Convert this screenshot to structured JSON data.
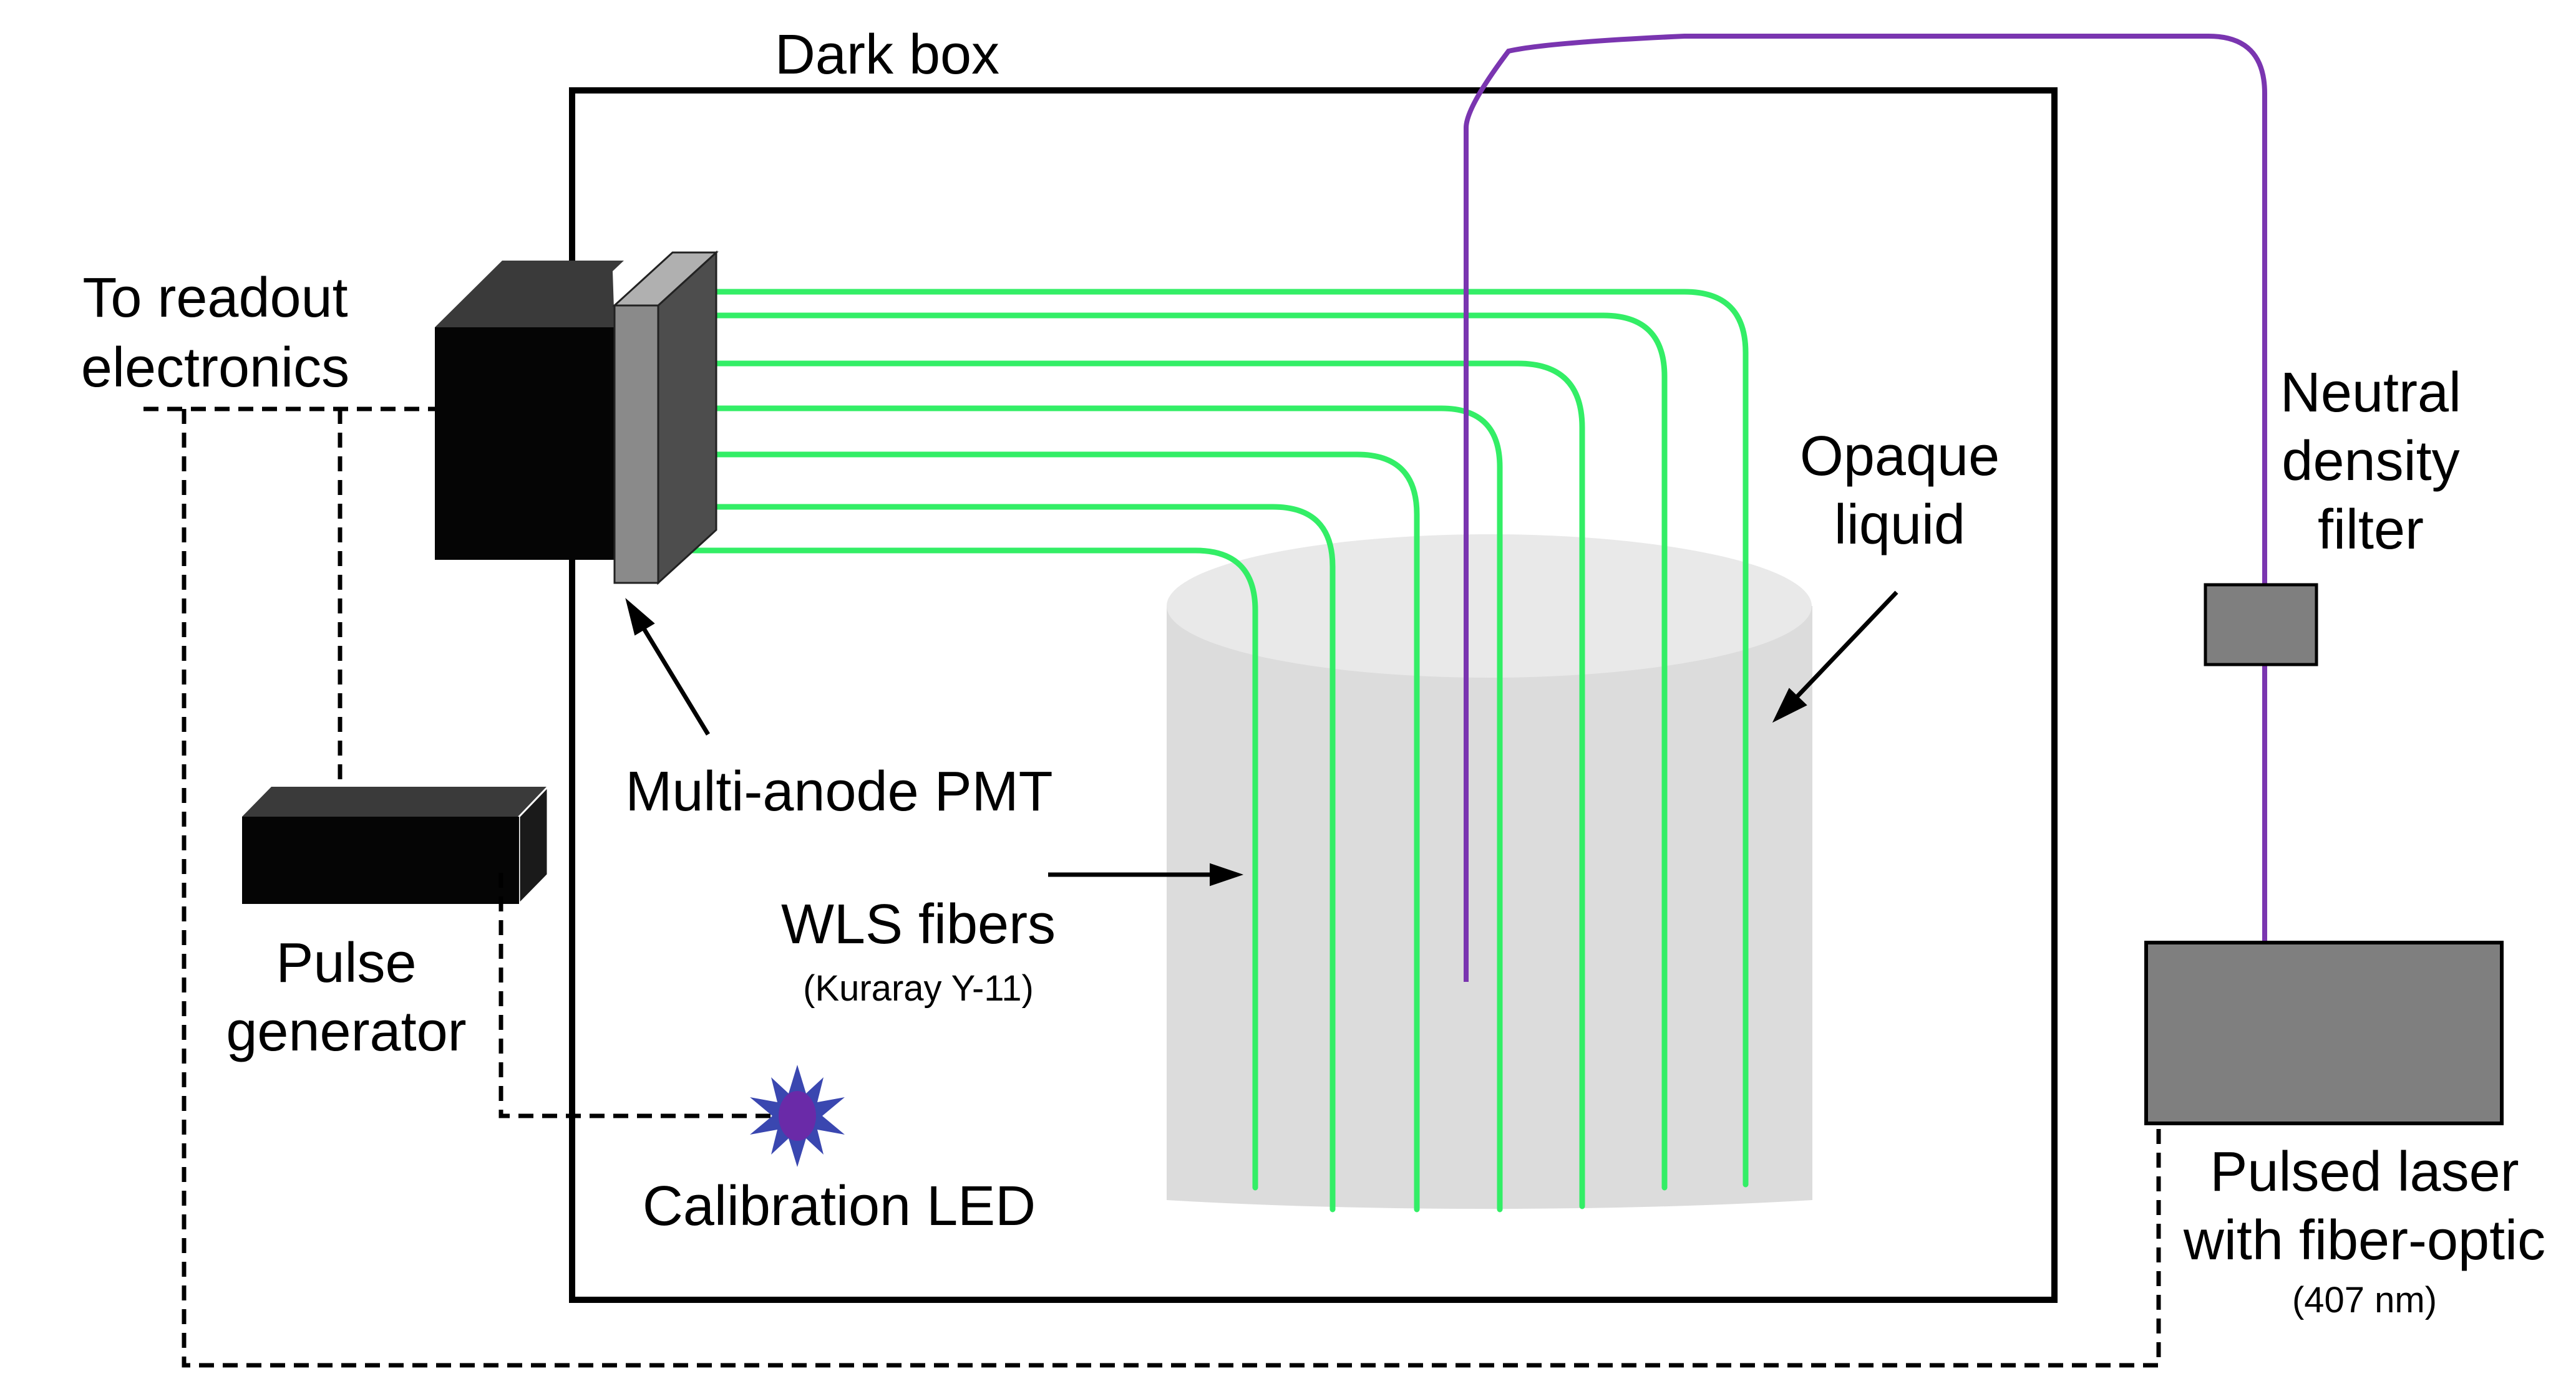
{
  "labels": {
    "dark_box": "Dark box",
    "readout_line1": "To readout",
    "readout_line2": "electronics",
    "neutral_line1": "Neutral",
    "neutral_line2": "density",
    "neutral_line3": "filter",
    "opaque_line1": "Opaque",
    "opaque_line2": "liquid",
    "pmt": "Multi-anode PMT",
    "wls": "WLS fibers",
    "wls_sub": "(Kuraray Y-11)",
    "pulse_line1": "Pulse",
    "pulse_line2": "generator",
    "led": "Calibration LED",
    "laser_line1": "Pulsed laser",
    "laser_line2": "with fiber-optic",
    "laser_sub": "(407 nm)"
  },
  "colors": {
    "wls_fiber": "#33ee66",
    "laser_fiber": "#7a35b0",
    "liquid": "#dcdcdc",
    "liquid_top": "#e9e9e9",
    "pmt_body": "#050505",
    "pmt_window": "#8a8a8a",
    "laser_box": "#7f7f7f",
    "led": "#6a2aa8",
    "led_rays": "#3a47b0"
  }
}
